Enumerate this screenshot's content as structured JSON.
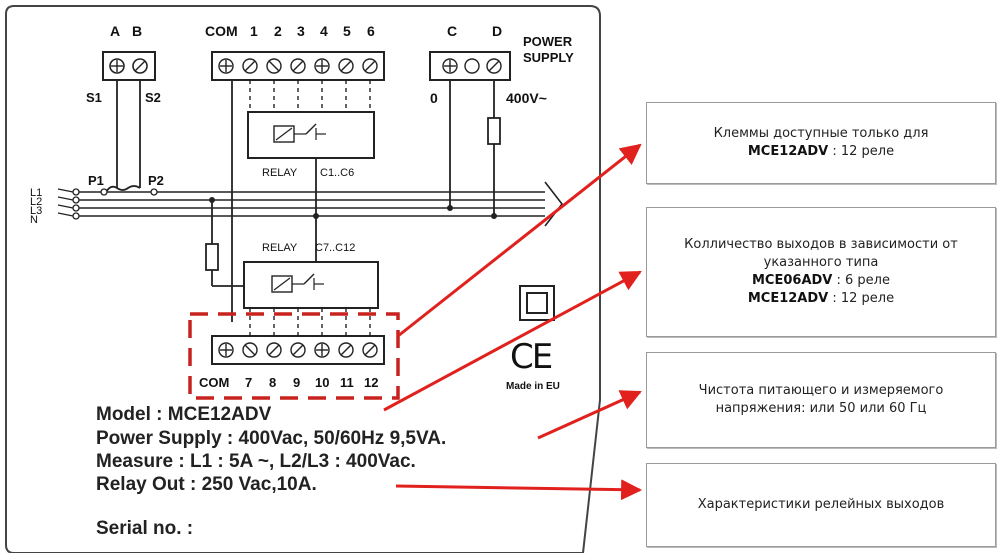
{
  "terminals_top": {
    "a": "A",
    "b": "B",
    "s1": "S1",
    "s2": "S2",
    "com": "COM",
    "n1": "1",
    "n2": "2",
    "n3": "3",
    "n4": "4",
    "n5": "5",
    "n6": "6",
    "c": "C",
    "d": "D",
    "power_line1": "POWER",
    "power_line2": "SUPPLY",
    "zero": "0",
    "v400": "400V~"
  },
  "lines": {
    "l1": "L1",
    "l2": "L2",
    "l3": "L3",
    "n": "N",
    "p1": "P1",
    "p2": "P2"
  },
  "relays": {
    "relay1": "RELAY",
    "range1": "C1..C6",
    "relay2": "RELAY",
    "range2": "C7..C12"
  },
  "terminals_bottom": {
    "com": "COM",
    "n7": "7",
    "n8": "8",
    "n9": "9",
    "n10": "10",
    "n11": "11",
    "n12": "12"
  },
  "marks": {
    "ce": "CE",
    "made_in": "Made in EU"
  },
  "specs": {
    "model": "Model : MCE12ADV",
    "power": "Power Supply : 400Vac, 50/60Hz 9,5VA.",
    "measure": "Measure : L1 : 5A ~, L2/L3 : 400Vac.",
    "relay": "Relay Out : 250 Vac,10A.",
    "serial": "Serial no. :"
  },
  "callouts": {
    "c1_line1": "Клеммы доступные только для",
    "c1_model": "MCE12ADV",
    "c1_rest": " : 12 реле",
    "c2_line1": "Колличество выходов в зависимости от",
    "c2_line2": "указанного типа",
    "c2_model1": "MCE06ADV",
    "c2_rest1": " : 6 реле",
    "c2_model2": "MCE12ADV",
    "c2_rest2": " : 12 реле",
    "c3_line1": "Чистота питающего и измеряемого",
    "c3_line2": "напряжения: или 50 или 60 Гц",
    "c4_line1": "Характеристики релейных выходов"
  },
  "colors": {
    "arrow": "#e0211d",
    "dash": "#c8221e",
    "line": "#222222"
  }
}
